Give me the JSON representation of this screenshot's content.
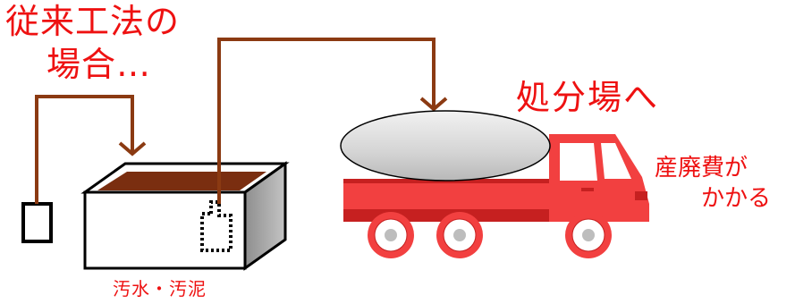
{
  "labels": {
    "title_line1": "従来工法の",
    "title_line2": "場合…",
    "destination": "処分場へ",
    "cost_line1": "産廃費が",
    "cost_line2": "かかる",
    "tank_caption": "汚水・汚泥"
  },
  "colors": {
    "label_red": "#ee1111",
    "pipe_brown": "#8b3a12",
    "sludge": "#7a2e10",
    "truck_red": "#f24040",
    "truck_dark": "#c62020",
    "tank_body": "#ffffff",
    "tank_side": "#a9a9a9",
    "cargo_grey": "#d4d4d4",
    "wheel_hub": "#bdbdbd"
  },
  "icons": {
    "vacuum_truck": "truck-icon",
    "settling_tank": "tank-icon",
    "pump": "pump-icon"
  }
}
